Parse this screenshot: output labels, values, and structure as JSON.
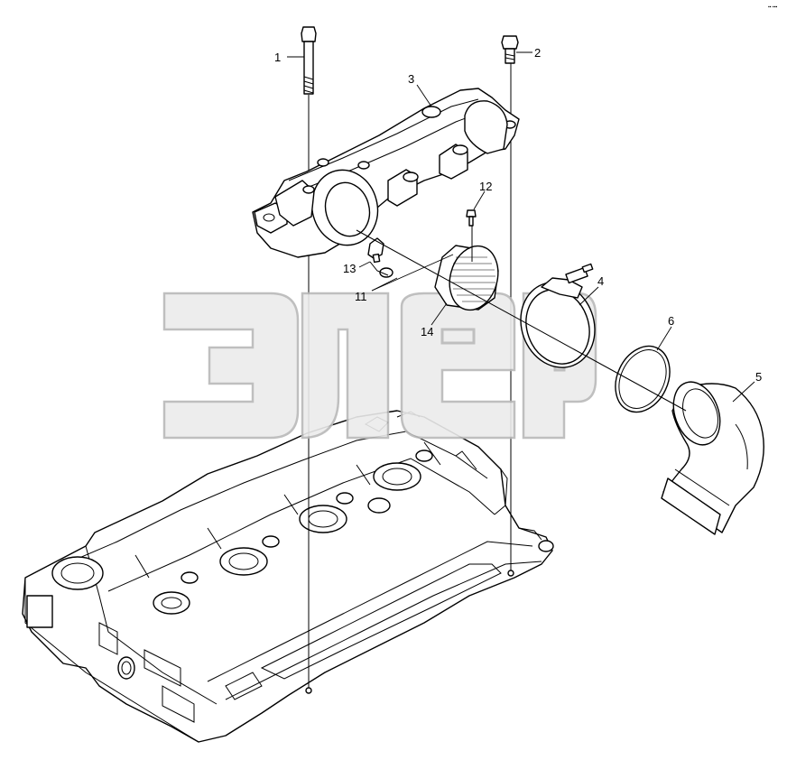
{
  "diagram": {
    "type": "exploded parts diagram",
    "callouts": [
      {
        "id": "1",
        "label": "1"
      },
      {
        "id": "2",
        "label": "2"
      },
      {
        "id": "3",
        "label": "3"
      },
      {
        "id": "4",
        "label": "4"
      },
      {
        "id": "5",
        "label": "5"
      },
      {
        "id": "6",
        "label": "6"
      },
      {
        "id": "11",
        "label": "11"
      },
      {
        "id": "12",
        "label": "12"
      },
      {
        "id": "13",
        "label": "13"
      },
      {
        "id": "14",
        "label": "14"
      }
    ],
    "watermark": "элер"
  }
}
